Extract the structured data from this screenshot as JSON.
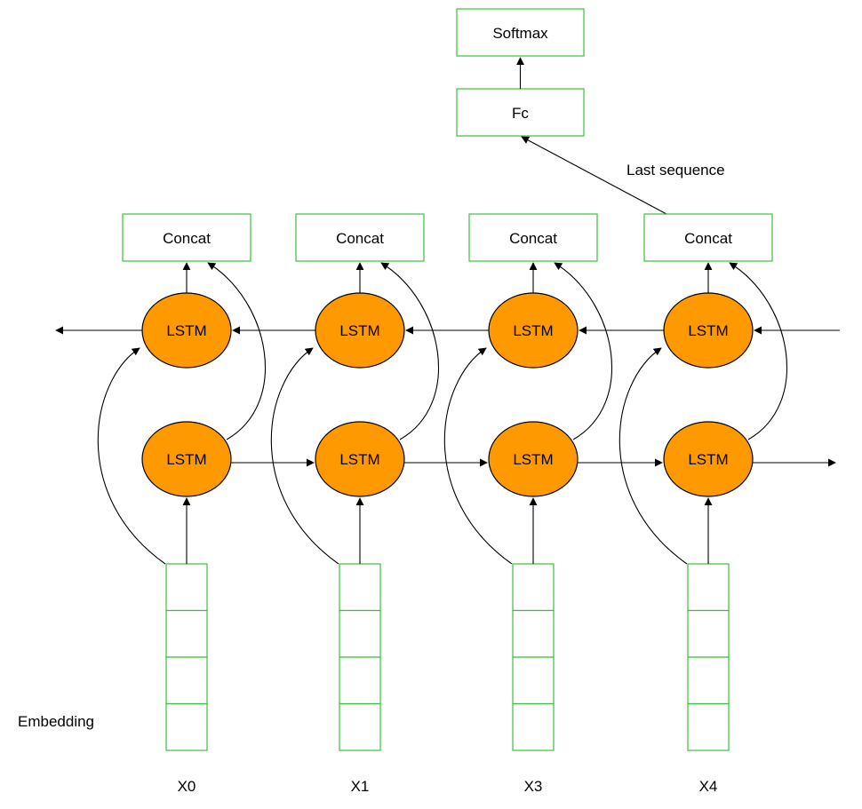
{
  "colors": {
    "box_stroke": "#3cbf3c",
    "lstm_fill": "#ff9900",
    "lstm_stroke": "#000000",
    "edge": "#000000"
  },
  "top": {
    "softmax_label": "Softmax",
    "fc_label": "Fc",
    "last_sequence_label": "Last sequence"
  },
  "embedding_label": "Embedding",
  "columns": [
    {
      "concat_label": "Concat",
      "backward_lstm_label": "LSTM",
      "forward_lstm_label": "LSTM",
      "embedding_cells": 4,
      "input_label": "X0"
    },
    {
      "concat_label": "Concat",
      "backward_lstm_label": "LSTM",
      "forward_lstm_label": "LSTM",
      "embedding_cells": 4,
      "input_label": "X1"
    },
    {
      "concat_label": "Concat",
      "backward_lstm_label": "LSTM",
      "forward_lstm_label": "LSTM",
      "embedding_cells": 4,
      "input_label": "X3"
    },
    {
      "concat_label": "Concat",
      "backward_lstm_label": "LSTM",
      "forward_lstm_label": "LSTM",
      "embedding_cells": 4,
      "input_label": "X4"
    }
  ]
}
